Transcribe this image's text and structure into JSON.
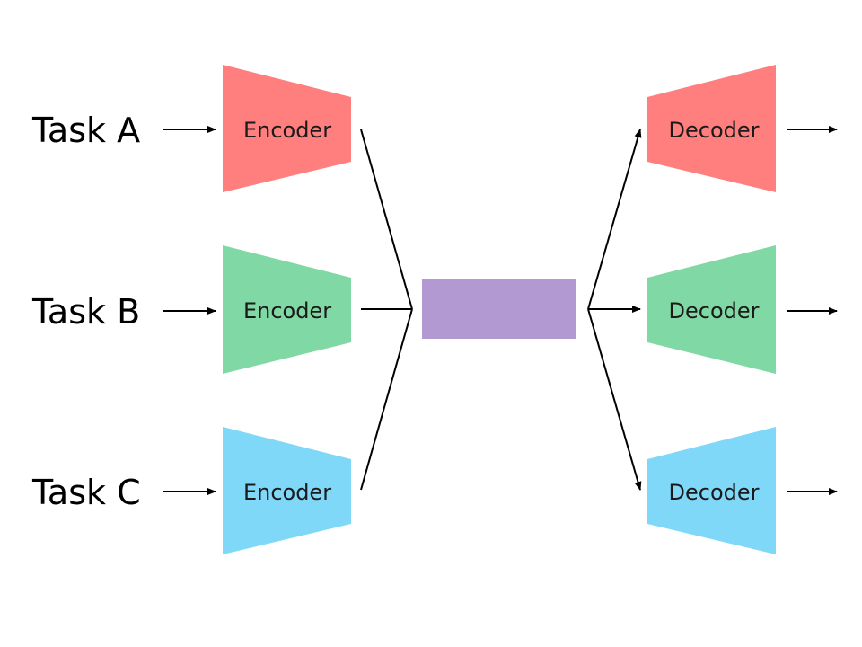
{
  "tasks": [
    {
      "label": "Task A",
      "encoder_label": "Encoder",
      "decoder_label": "Decoder",
      "color": "#FF7F7F"
    },
    {
      "label": "Task B",
      "encoder_label": "Encoder",
      "decoder_label": "Decoder",
      "color": "#80D8A4"
    },
    {
      "label": "Task C",
      "encoder_label": "Encoder",
      "decoder_label": "Decoder",
      "color": "#80D8F8"
    }
  ],
  "shared_block_color": "#B399D1",
  "arrow_color": "#000000"
}
